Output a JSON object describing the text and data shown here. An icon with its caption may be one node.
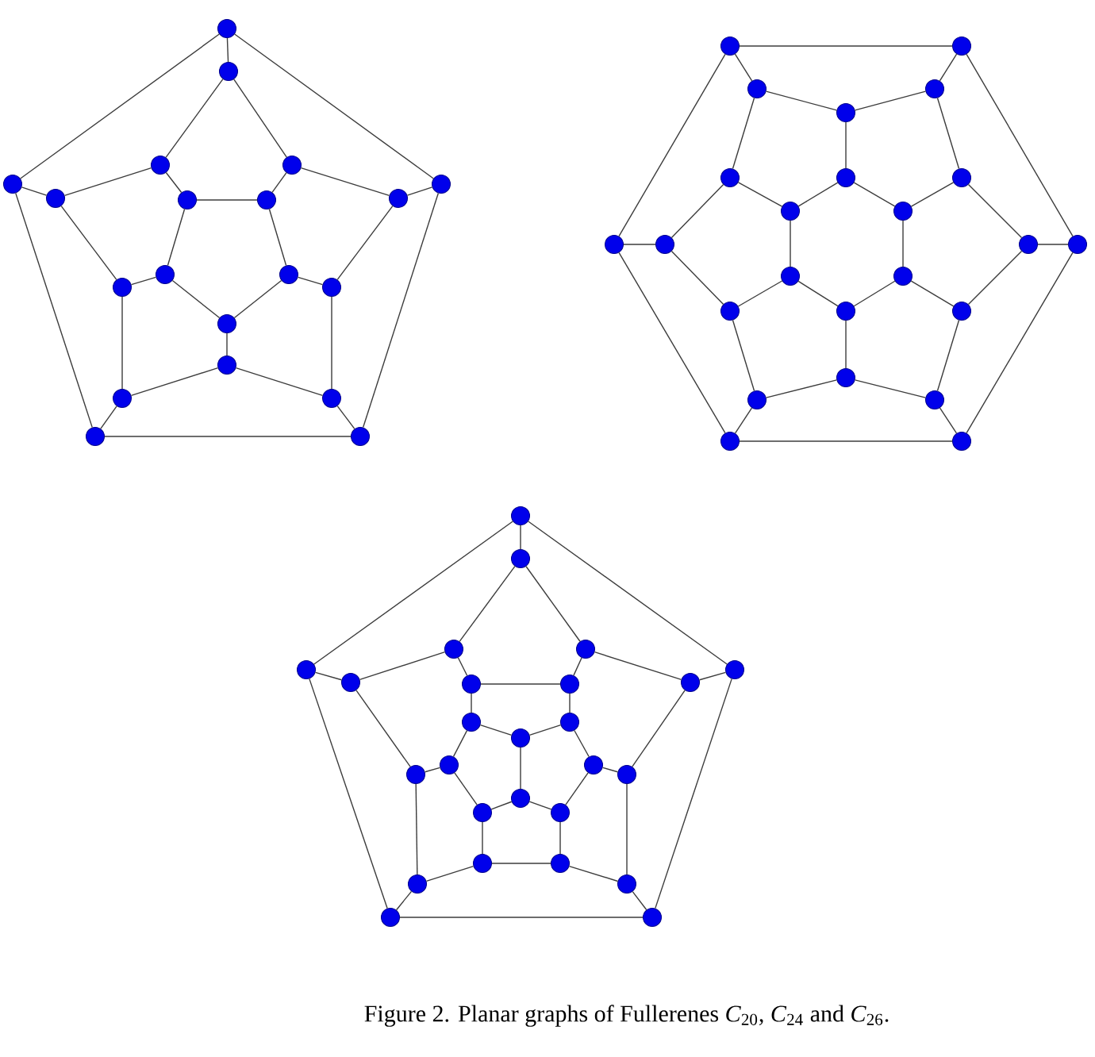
{
  "diagram": {
    "caption": "Figure 2.  Planar graphs of Fullerenes *C*$_{20}$, *C*$_{24}$ and *C*$_{26}$.",
    "nodes": [
      {
        "text": [],
        "shape": "circle"
      },
      {
        "text": [],
        "shape": "circle"
      },
      {
        "text": [],
        "shape": "circle"
      },
      {
        "text": [],
        "shape": "circle"
      },
      {
        "text": [],
        "shape": "circle"
      },
      {
        "text": [],
        "shape": "circle"
      },
      {
        "text": [],
        "shape": "circle"
      },
      {
        "text": [],
        "shape": "circle"
      },
      {
        "text": [],
        "shape": "circle"
      },
      {
        "text": [],
        "shape": "circle"
      },
      {
        "text": [],
        "shape": "circle"
      },
      {
        "text": [],
        "shape": "circle"
      },
      {
        "text": [],
        "shape": "circle"
      },
      {
        "text": [],
        "shape": "circle"
      },
      {
        "text": [],
        "shape": "circle"
      },
      {
        "text": [],
        "shape": "circle"
      },
      {
        "text": [],
        "shape": "circle"
      },
      {
        "text": [],
        "shape": "circle"
      },
      {
        "text": [],
        "shape": "circle"
      },
      {
        "text": [],
        "shape": "circle"
      },
      {
        "text": [],
        "shape": "circle"
      },
      {
        "text": [],
        "shape": "circle"
      },
      {
        "text": [],
        "shape": "circle"
      },
      {
        "text": [],
        "shape": "circle"
      },
      {
        "text": [],
        "shape": "circle"
      },
      {
        "text": [],
        "shape": "circle"
      },
      {
        "text": [],
        "shape": "circle"
      },
      {
        "text": [],
        "shape": "circle"
      },
      {
        "text": [],
        "shape": "circle"
      },
      {
        "text": [],
        "shape": "circle"
      },
      {
        "text": [],
        "shape": "circle"
      },
      {
        "text": [],
        "shape": "circle"
      },
      {
        "text": [],
        "shape": "circle"
      },
      {
        "text": [],
        "shape": "circle"
      },
      {
        "text": [],
        "shape": "circle"
      },
      {
        "text": [],
        "shape": "circle"
      },
      {
        "text": [],
        "shape": "circle"
      },
      {
        "text": [],
        "shape": "circle"
      },
      {
        "text": [],
        "shape": "circle"
      },
      {
        "text": [],
        "shape": "circle"
      },
      {
        "text": [],
        "shape": "circle"
      },
      {
        "text": [],
        "shape": "circle"
      },
      {
        "text": [],
        "shape": "circle"
      },
      {
        "text": [],
        "shape": "circle"
      },
      {
        "text": [],
        "shape": "circle"
      },
      {
        "text": [],
        "shape": "circle"
      },
      {
        "text": [],
        "shape": "circle"
      },
      {
        "text": [],
        "shape": "circle"
      },
      {
        "text": [],
        "shape": "circle"
      },
      {
        "text": [],
        "shape": "circle"
      },
      {
        "text": [],
        "shape": "circle"
      },
      {
        "text": [],
        "shape": "circle"
      },
      {
        "text": [],
        "shape": "circle"
      },
      {
        "text": [],
        "shape": "circle"
      },
      {
        "text": [],
        "shape": "circle"
      },
      {
        "text": [],
        "shape": "circle"
      },
      {
        "text": [],
        "shape": "circle"
      },
      {
        "text": [],
        "shape": "circle"
      },
      {
        "text": [],
        "shape": "circle"
      },
      {
        "text": [],
        "shape": "circle"
      },
      {
        "text": [],
        "shape": "circle"
      },
      {
        "text": [],
        "shape": "circle"
      },
      {
        "text": [],
        "shape": "circle"
      },
      {
        "text": [],
        "shape": "circle"
      },
      {
        "text": [],
        "shape": "circle"
      },
      {
        "text": [],
        "shape": "circle"
      },
      {
        "text": [],
        "shape": "circle"
      },
      {
        "text": [],
        "shape": "circle"
      },
      {
        "text": [],
        "shape": "circle"
      },
      {
        "text": [],
        "shape": "circle"
      }
    ],
    "edges": [
      {
        "from": 0,
        "to": 1,
        "arrow": "none"
      },
      {
        "from": 0,
        "to": 4,
        "arrow": "none"
      },
      {
        "from": 0,
        "to": 9,
        "arrow": "none"
      },
      {
        "from": 1,
        "to": 2,
        "arrow": "none"
      },
      {
        "from": 1,
        "to": 3,
        "arrow": "none"
      },
      {
        "from": 2,
        "to": 5,
        "arrow": "none"
      },
      {
        "from": 2,
        "to": 6,
        "arrow": "none"
      },
      {
        "from": 3,
        "to": 7,
        "arrow": "none"
      },
      {
        "from": 3,
        "to": 8,
        "arrow": "none"
      },
      {
        "from": 4,
        "to": 5,
        "arrow": "none"
      },
      {
        "from": 4,
        "to": 18,
        "arrow": "none"
      },
      {
        "from": 5,
        "to": 11,
        "arrow": "none"
      },
      {
        "from": 6,
        "to": 7,
        "arrow": "none"
      },
      {
        "from": 6,
        "to": 10,
        "arrow": "none"
      },
      {
        "from": 7,
        "to": 12,
        "arrow": "none"
      },
      {
        "from": 8,
        "to": 9,
        "arrow": "none"
      },
      {
        "from": 8,
        "to": 13,
        "arrow": "none"
      },
      {
        "from": 9,
        "to": 19,
        "arrow": "none"
      },
      {
        "from": 10,
        "to": 11,
        "arrow": "none"
      },
      {
        "from": 10,
        "to": 14,
        "arrow": "none"
      },
      {
        "from": 12,
        "to": 13,
        "arrow": "none"
      },
      {
        "from": 12,
        "to": 14,
        "arrow": "none"
      },
      {
        "from": 14,
        "to": 15,
        "arrow": "none"
      },
      {
        "from": 11,
        "to": 16,
        "arrow": "none"
      },
      {
        "from": 13,
        "to": 17,
        "arrow": "none"
      },
      {
        "from": 15,
        "to": 16,
        "arrow": "none"
      },
      {
        "from": 15,
        "to": 17,
        "arrow": "none"
      },
      {
        "from": 16,
        "to": 18,
        "arrow": "none"
      },
      {
        "from": 17,
        "to": 19,
        "arrow": "none"
      },
      {
        "from": 18,
        "to": 19,
        "arrow": "none"
      },
      {
        "from": 20,
        "to": 21,
        "arrow": "none"
      },
      {
        "from": 20,
        "to": 22,
        "arrow": "none"
      },
      {
        "from": 20,
        "to": 30,
        "arrow": "none"
      },
      {
        "from": 21,
        "to": 23,
        "arrow": "none"
      },
      {
        "from": 21,
        "to": 33,
        "arrow": "none"
      },
      {
        "from": 22,
        "to": 24,
        "arrow": "none"
      },
      {
        "from": 22,
        "to": 25,
        "arrow": "none"
      },
      {
        "from": 23,
        "to": 24,
        "arrow": "none"
      },
      {
        "from": 23,
        "to": 27,
        "arrow": "none"
      },
      {
        "from": 24,
        "to": 26,
        "arrow": "none"
      },
      {
        "from": 25,
        "to": 28,
        "arrow": "none"
      },
      {
        "from": 25,
        "to": 31,
        "arrow": "none"
      },
      {
        "from": 26,
        "to": 28,
        "arrow": "none"
      },
      {
        "from": 26,
        "to": 29,
        "arrow": "none"
      },
      {
        "from": 27,
        "to": 29,
        "arrow": "none"
      },
      {
        "from": 27,
        "to": 32,
        "arrow": "none"
      },
      {
        "from": 28,
        "to": 34,
        "arrow": "none"
      },
      {
        "from": 29,
        "to": 35,
        "arrow": "none"
      },
      {
        "from": 30,
        "to": 31,
        "arrow": "none"
      },
      {
        "from": 30,
        "to": 42,
        "arrow": "none"
      },
      {
        "from": 31,
        "to": 36,
        "arrow": "none"
      },
      {
        "from": 32,
        "to": 33,
        "arrow": "none"
      },
      {
        "from": 32,
        "to": 38,
        "arrow": "none"
      },
      {
        "from": 33,
        "to": 43,
        "arrow": "none"
      },
      {
        "from": 34,
        "to": 36,
        "arrow": "none"
      },
      {
        "from": 34,
        "to": 37,
        "arrow": "none"
      },
      {
        "from": 35,
        "to": 37,
        "arrow": "none"
      },
      {
        "from": 35,
        "to": 38,
        "arrow": "none"
      },
      {
        "from": 36,
        "to": 40,
        "arrow": "none"
      },
      {
        "from": 37,
        "to": 39,
        "arrow": "none"
      },
      {
        "from": 38,
        "to": 41,
        "arrow": "none"
      },
      {
        "from": 39,
        "to": 40,
        "arrow": "none"
      },
      {
        "from": 39,
        "to": 41,
        "arrow": "none"
      },
      {
        "from": 40,
        "to": 42,
        "arrow": "none"
      },
      {
        "from": 41,
        "to": 43,
        "arrow": "none"
      },
      {
        "from": 42,
        "to": 43,
        "arrow": "none"
      },
      {
        "from": 44,
        "to": 45,
        "arrow": "none"
      },
      {
        "from": 44,
        "to": 48,
        "arrow": "none"
      },
      {
        "from": 44,
        "to": 49,
        "arrow": "none"
      },
      {
        "from": 45,
        "to": 46,
        "arrow": "none"
      },
      {
        "from": 45,
        "to": 47,
        "arrow": "none"
      },
      {
        "from": 46,
        "to": 50,
        "arrow": "none"
      },
      {
        "from": 46,
        "to": 51,
        "arrow": "none"
      },
      {
        "from": 47,
        "to": 52,
        "arrow": "none"
      },
      {
        "from": 47,
        "to": 53,
        "arrow": "none"
      },
      {
        "from": 48,
        "to": 50,
        "arrow": "none"
      },
      {
        "from": 48,
        "to": 68,
        "arrow": "none"
      },
      {
        "from": 49,
        "to": 53,
        "arrow": "none"
      },
      {
        "from": 49,
        "to": 69,
        "arrow": "none"
      },
      {
        "from": 50,
        "to": 59,
        "arrow": "none"
      },
      {
        "from": 51,
        "to": 52,
        "arrow": "none"
      },
      {
        "from": 51,
        "to": 54,
        "arrow": "none"
      },
      {
        "from": 52,
        "to": 55,
        "arrow": "none"
      },
      {
        "from": 53,
        "to": 60,
        "arrow": "none"
      },
      {
        "from": 54,
        "to": 56,
        "arrow": "none"
      },
      {
        "from": 54,
        "to": 57,
        "arrow": "none"
      },
      {
        "from": 55,
        "to": 56,
        "arrow": "none"
      },
      {
        "from": 55,
        "to": 58,
        "arrow": "none"
      },
      {
        "from": 56,
        "to": 61,
        "arrow": "none"
      },
      {
        "from": 57,
        "to": 59,
        "arrow": "none"
      },
      {
        "from": 57,
        "to": 62,
        "arrow": "none"
      },
      {
        "from": 58,
        "to": 60,
        "arrow": "none"
      },
      {
        "from": 58,
        "to": 63,
        "arrow": "none"
      },
      {
        "from": 59,
        "to": 66,
        "arrow": "none"
      },
      {
        "from": 60,
        "to": 67,
        "arrow": "none"
      },
      {
        "from": 61,
        "to": 62,
        "arrow": "none"
      },
      {
        "from": 61,
        "to": 63,
        "arrow": "none"
      },
      {
        "from": 62,
        "to": 64,
        "arrow": "none"
      },
      {
        "from": 63,
        "to": 65,
        "arrow": "none"
      },
      {
        "from": 64,
        "to": 65,
        "arrow": "none"
      },
      {
        "from": 64,
        "to": 66,
        "arrow": "none"
      },
      {
        "from": 65,
        "to": 67,
        "arrow": "none"
      },
      {
        "from": 66,
        "to": 68,
        "arrow": "none"
      },
      {
        "from": 67,
        "to": 69,
        "arrow": "none"
      },
      {
        "from": 68,
        "to": 69,
        "arrow": "none"
      }
    ]
  }
}
